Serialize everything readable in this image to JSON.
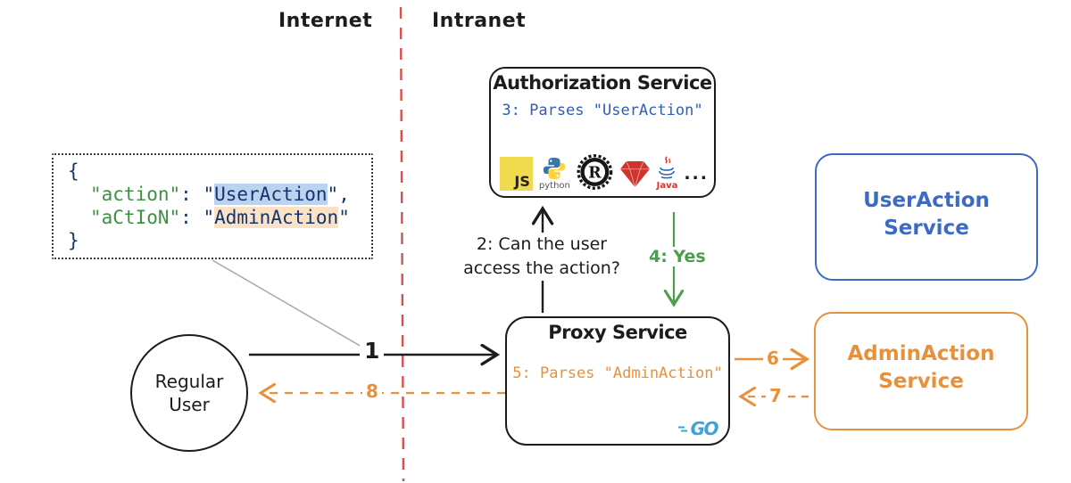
{
  "zones": {
    "internet": "Internet",
    "intranet": "Intranet"
  },
  "auth_service": {
    "title": "Authorization Service",
    "step3_text": "3: Parses \"UserAction\"",
    "languages": [
      "JavaScript",
      "Python",
      "Rust",
      "Ruby",
      "Java"
    ],
    "js_badge": "JS",
    "python_label": "python",
    "rust_letter": "R",
    "java_label": "Java",
    "more_languages": "..."
  },
  "request_snippet": {
    "open_brace": "{",
    "close_brace": "}",
    "line1": {
      "key": "\"action\"",
      "sep": ": ",
      "quote_open": "\"",
      "value": "UserAction",
      "tail": "\","
    },
    "line2": {
      "key": "\"aCtIoN\"",
      "sep": ": ",
      "quote_open": "\"",
      "value": "AdminAction",
      "tail": "\""
    }
  },
  "regular_user": {
    "line1": "Regular",
    "line2": "User"
  },
  "proxy_service": {
    "title": "Proxy Service",
    "step5_text": "5: Parses \"AdminAction\"",
    "go_label": "GO"
  },
  "useraction_service": {
    "line1": "UserAction",
    "line2": "Service"
  },
  "adminaction_service": {
    "line1": "AdminAction",
    "line2": "Service"
  },
  "flow_labels": {
    "step1": "1",
    "step2_line1": "2: Can the user",
    "step2_line2": "access the action?",
    "step4": "4: Yes",
    "step6": "6",
    "step7": "7",
    "step8": "8"
  },
  "colors": {
    "ink": "#1c1c1c",
    "red_divider": "#d94f4f",
    "orange": "#e8913c",
    "green": "#4a9e4c",
    "parse_blue": "#2d5db6",
    "service_blue": "#3b6bc7",
    "json_key_green": "#3f8f44",
    "json_value_navy": "#16356d",
    "highlight_blue": "#bcd2f1",
    "highlight_peach": "#f9e2c6",
    "js_yellow": "#f0db4f",
    "go_blue": "#3fa3d6",
    "ruby_red": "#cc342d",
    "python_blue": "#3776ab",
    "python_yellow": "#ffd43b",
    "java_red": "#d0352c",
    "java_blue": "#2a66ad",
    "pointer_gray": "#a8a8a8"
  }
}
